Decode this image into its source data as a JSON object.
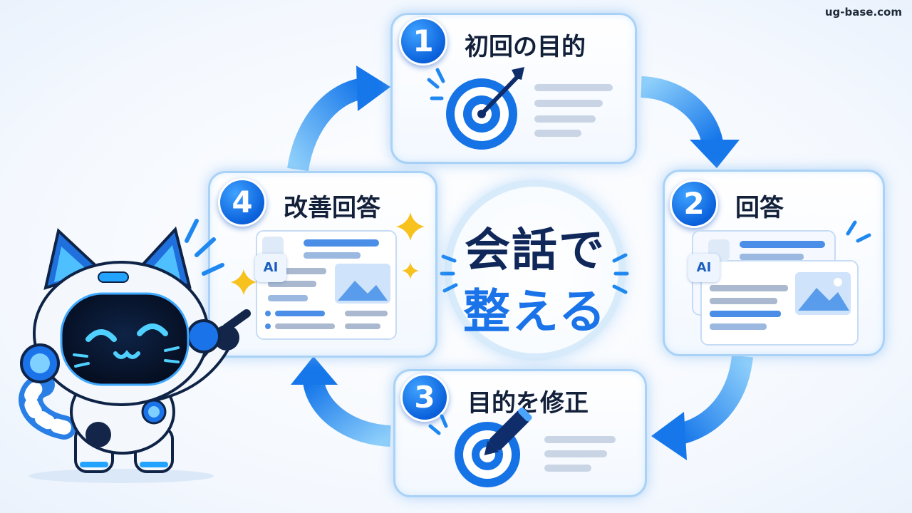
{
  "watermark": "ug-base.com",
  "center": {
    "line1": "会話で",
    "line2": "整える"
  },
  "steps": [
    {
      "number": "1",
      "title": "初回の目的"
    },
    {
      "number": "2",
      "title": "回答"
    },
    {
      "number": "3",
      "title": "目的を修正"
    },
    {
      "number": "4",
      "title": "改善回答"
    }
  ],
  "ai_badge": "AI",
  "colors": {
    "accent": "#1a73e8",
    "navy": "#10275a",
    "card_border": "#a9d2f6",
    "arrow": "#1e88f0"
  },
  "icons": [
    "target-arrow-icon",
    "target-pen-icon",
    "document-image-icon",
    "sparkle-icon",
    "robot-cat-mascot"
  ]
}
